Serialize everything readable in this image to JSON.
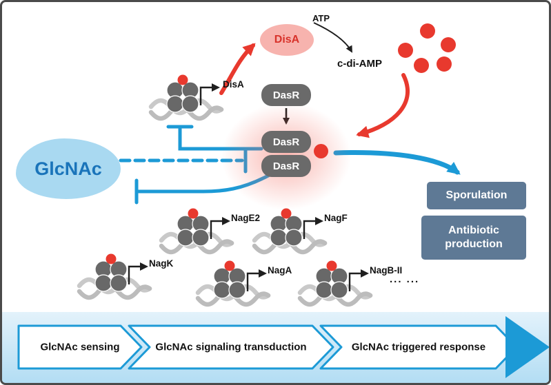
{
  "diagram": {
    "atp": "ATP",
    "c_di_amp": "c-di-AMP",
    "disa_enzyme": "DisA",
    "dasr": "DasR",
    "glcnac": "GlcNAc",
    "ellipsis": "... ...",
    "genes": [
      {
        "label": "DisA"
      },
      {
        "label": "NagE2"
      },
      {
        "label": "NagF"
      },
      {
        "label": "NagK"
      },
      {
        "label": "NagA"
      },
      {
        "label": "NagB-II"
      }
    ],
    "outcomes": [
      {
        "label": "Sporulation"
      },
      {
        "label": "Antibiotic production"
      }
    ],
    "stages": [
      {
        "label": "GlcNAc sensing"
      },
      {
        "label": "GlcNAc signaling transduction"
      },
      {
        "label": "GlcNAc triggered response"
      }
    ],
    "colors": {
      "blue": "#1c9ad6",
      "red": "#e8392e",
      "pink": "#f7b3ae",
      "protein_gray": "#686868",
      "slate": "#5e7995",
      "glcnac_fill": "#a9d9f1",
      "glcnac_text": "#1a74ba"
    }
  }
}
